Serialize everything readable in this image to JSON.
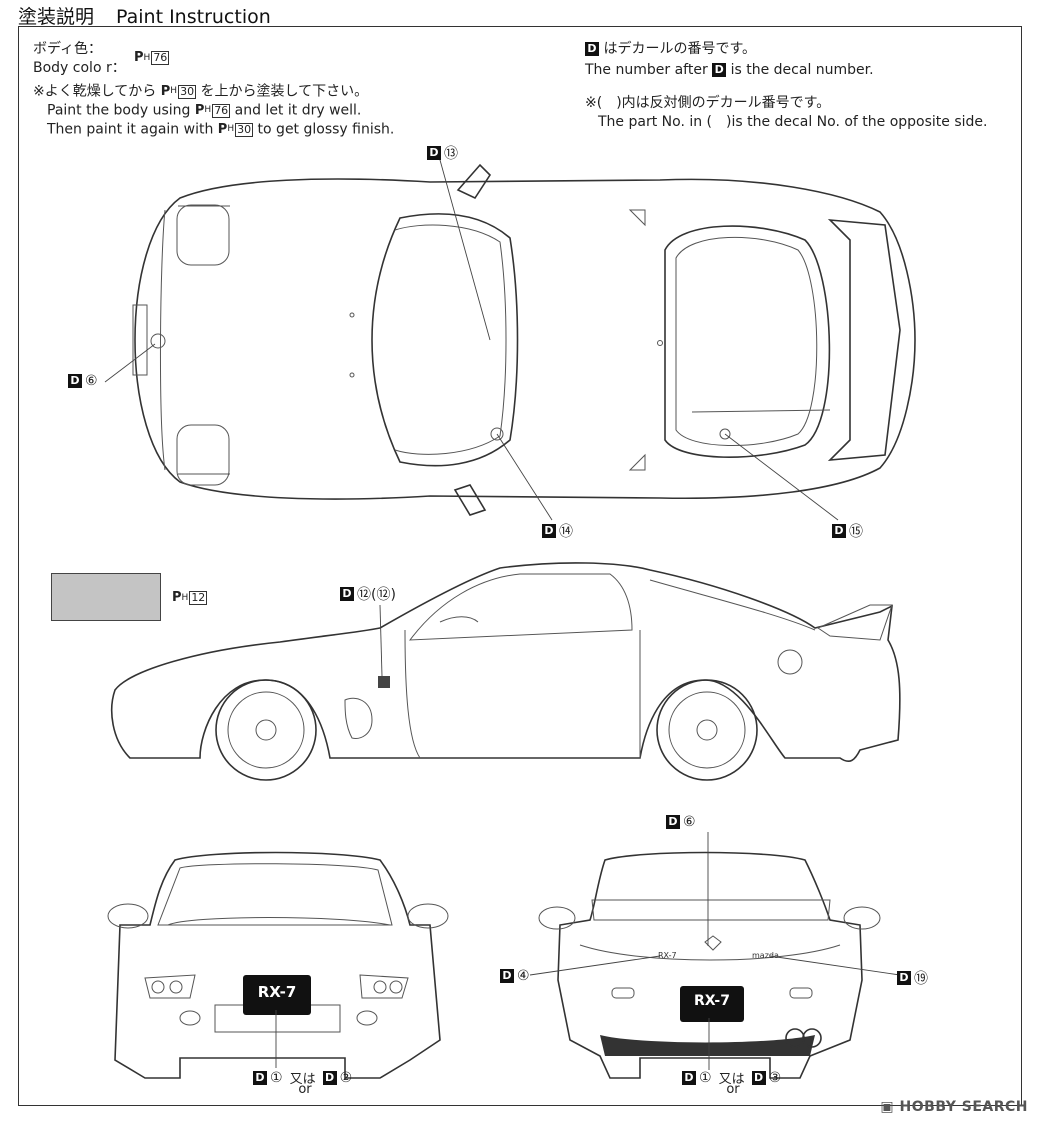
{
  "header": {
    "title_jp": "塗装説明",
    "title_en": "Paint Instruction"
  },
  "body_color": {
    "label_jp": "ボディ色：",
    "label_en": "Body colo r：",
    "paint_prefix": "P",
    "paint_sub": "H",
    "paint_no": "76"
  },
  "instructions": {
    "line_jp_a": "※よく乾燥してから",
    "code1": "30",
    "line_jp_b": "を上から塗装して下さい。",
    "line_en1_a": "Paint the body using",
    "line_en1_code": "76",
    "line_en1_b": "and let it dry well.",
    "line_en2_a": "Then paint it again with",
    "line_en2_code": "30",
    "line_en2_b": "to get glossy finish."
  },
  "decal_notes": {
    "d_letter": "D",
    "note1_jp": "はデカールの番号です。",
    "note1_en_a": "The number after",
    "note1_en_b": "is the decal number.",
    "note2_jp": "※(　)内は反対側のデカール番号です。",
    "note2_en": "The part No. in (　)is the decal No. of the opposite side."
  },
  "swatch": {
    "color": "#c4c4c4",
    "paint_no": "12"
  },
  "decals": {
    "top_13": "⑬",
    "top_6": "⑥",
    "top_14": "⑭",
    "top_15": "⑮",
    "side_12": "⑫(⑫)",
    "rear_6": "⑥",
    "rear_4": "④",
    "rear_19": "⑲",
    "front_1": "①",
    "front_2": "②",
    "rear_1": "①",
    "rear_3": "③",
    "or_jp": "又は",
    "or_en": "or"
  },
  "plates": {
    "front": "RX-7",
    "rear": "RX-7",
    "badge_rx7": "RX-7",
    "badge_mazda": "mazda"
  },
  "watermark": "HOBBY SEARCH"
}
